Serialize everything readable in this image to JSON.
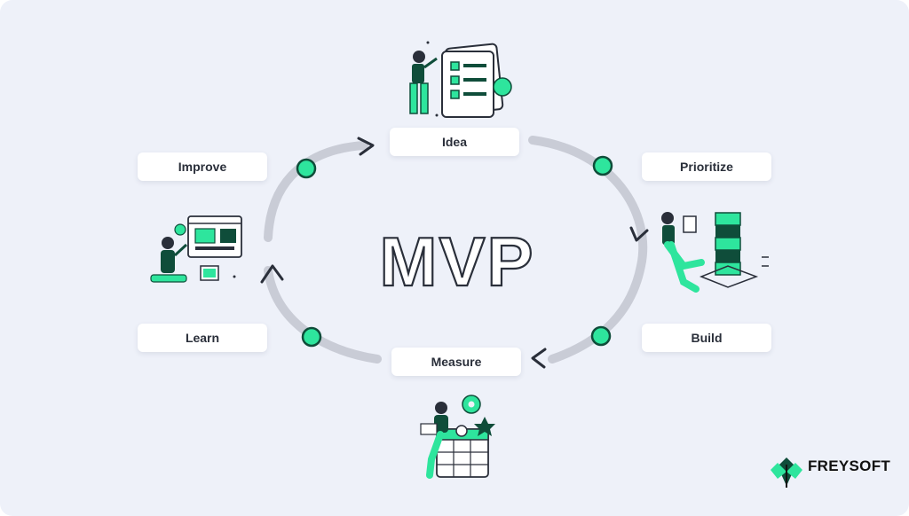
{
  "center": {
    "title": "MVP"
  },
  "steps": {
    "idea": "Idea",
    "prioritize": "Prioritize",
    "build": "Build",
    "measure": "Measure",
    "learn": "Learn",
    "improve": "Improve"
  },
  "brand": {
    "name": "FREYSOFT"
  },
  "colors": {
    "accent": "#2ee59d",
    "dark_green": "#0f4d3a",
    "arc": "#c9ccd6",
    "background": "#eef1f9"
  }
}
